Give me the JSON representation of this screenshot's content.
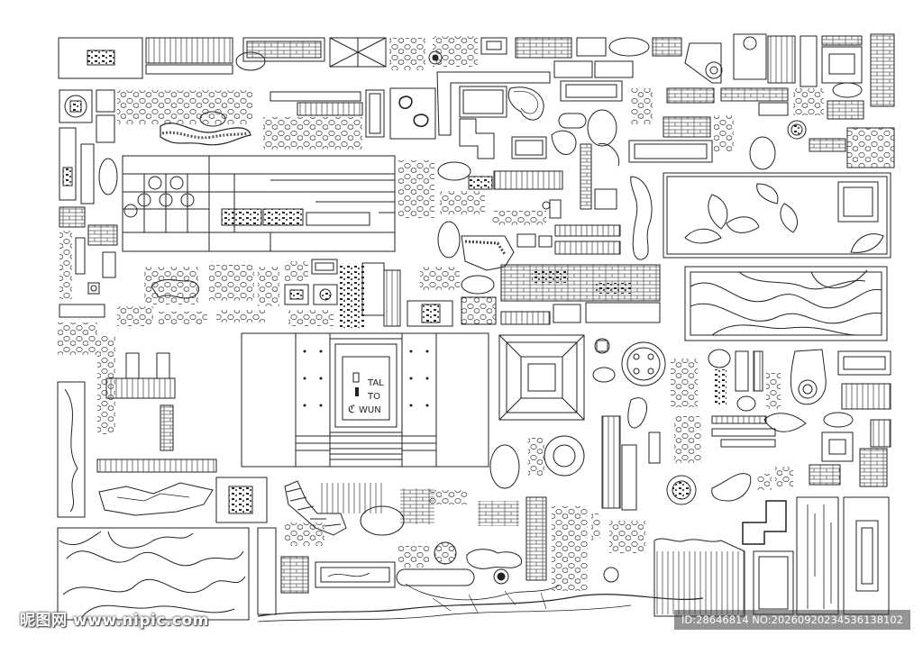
{
  "sign": {
    "line1": "TAL",
    "line2": "TO",
    "line3": "WUN",
    "prefix": "ℭ"
  },
  "watermark": {
    "site": "昵图网 www.nipic.com",
    "id": "ID:28646814 NO:20260920234536138102"
  },
  "colors": {
    "line": "#222222",
    "background": "#ffffff"
  }
}
